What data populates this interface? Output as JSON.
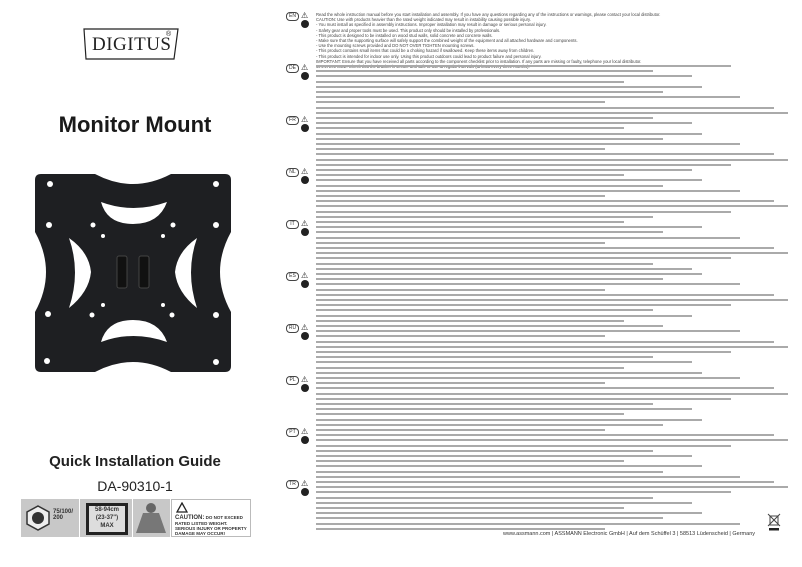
{
  "brand": {
    "logo": "DIGITUS",
    "registered": "®"
  },
  "product_title": "Monitor Mount",
  "guide_title": "Quick Installation Guide",
  "model": "DA-90310-1",
  "icons": {
    "vesa": {
      "icon": "vesa-hexagon-icon",
      "label": "75/100/\n200"
    },
    "screen": {
      "icon": "monitor-icon",
      "line1": "58-94cm",
      "line2": "(23-37\")",
      "line3": "MAX"
    },
    "weight": {
      "icon": "weight-icon"
    },
    "caution": {
      "icon": "warning-triangle-icon",
      "heading": "CAUTION:",
      "text": "DO NOT EXCEED RATED LISTED WEIGHT. SERIOUS INJURY OR PROPERTY DAMAGE MAY OCCUR!"
    }
  },
  "sections": [
    {
      "lang": "EN",
      "text": [
        "Read the whole instruction manual before you start installation and assembly. If you have any questions regarding any of the instructions or warnings, please contact your local distributor.",
        "CAUTION: Use with products heavier than the rated weight indicated may result in instability causing possible injury.",
        "- You must install as specified in assembly instructions. Improper installation may result in damage or serious personal injury.",
        "- Safety gear and proper tools must be used. This product only should be installed by professionals.",
        "- This product is designed to be installed on wood stud walls, solid concrete and concrete walls.",
        "- Make sure that the supporting surface will safely support the combined weight of the equipment and all attached hardware and components.",
        "- Use the mounting screws provided and DO NOT OVER TIGHTEN mounting screws.",
        "- This product contains small items that could be a choking hazard if swallowed. Keep these items away from children.",
        "- This product is intended for indoor use only. Using this product outdoors could lead to product failure and personal injury.",
        "IMPORTANT: Ensure that you have received all parts according to the component checklist prior to installation. If any parts are missing or faulty, telephone your local distributor.",
        "MAINTENANCE: Check that the bracket is secure and safe to use at regular intervals (at least every three months)."
      ]
    },
    {
      "lang": "DE",
      "text": []
    },
    {
      "lang": "FR",
      "text": []
    },
    {
      "lang": "NL",
      "text": []
    },
    {
      "lang": "IT",
      "text": []
    },
    {
      "lang": "ES",
      "text": []
    },
    {
      "lang": "RU",
      "text": []
    },
    {
      "lang": "PL",
      "text": []
    },
    {
      "lang": "PT",
      "text": []
    },
    {
      "lang": "TR",
      "text": []
    }
  ],
  "footer": "www.assmann.com | ASSMANN Electronic GmbH | Auf dem Schüffel 3 | 58513 Lüdenscheid | Germany",
  "weee_icon": "crossed-bin-icon"
}
